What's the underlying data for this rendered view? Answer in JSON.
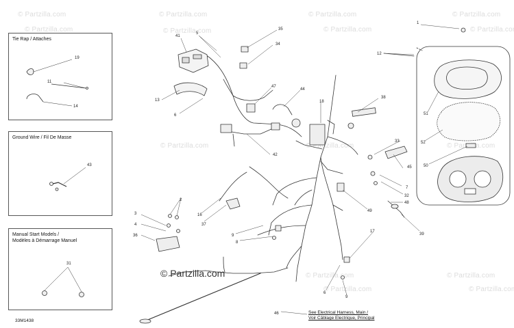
{
  "watermark": "© Partzilla.com",
  "brand_text": "© Partzilla.com",
  "reference_code": "33M1438",
  "insets": {
    "tie_rap": {
      "title": "Tie Rap / Attaches",
      "callouts": [
        "19",
        "11",
        "14"
      ]
    },
    "ground_wire": {
      "title": "Ground Wire / Fil De Masse",
      "callouts": [
        "43"
      ]
    },
    "manual_start": {
      "title_line1": "Manual Start Models /",
      "title_line2": "Modèles à Démarrage Manuel",
      "callouts": [
        "31"
      ]
    }
  },
  "note": {
    "line1": "See Electrical Harness, Main /",
    "line2": "Voir Câblage Electrique, Principal"
  },
  "callouts": {
    "c1": "1",
    "c2": "2",
    "c3": "3",
    "c4": "4",
    "c5": "5",
    "c6": "6",
    "c7": "7",
    "c8": "8",
    "c9": "9",
    "c12": "12",
    "c13": "13",
    "c16": "16",
    "c17": "17",
    "c18": "18",
    "c32": "32",
    "c33": "33",
    "c34": "34",
    "c35": "35",
    "c36": "36",
    "c37": "37",
    "c38": "38",
    "c39": "39",
    "c41": "41",
    "c42": "42",
    "c44": "44",
    "c45": "45",
    "c46": "46",
    "c47": "47",
    "c48": "48",
    "c49": "49",
    "c50": "50",
    "c51": "51",
    "c52": "52"
  },
  "colors": {
    "line": "#333333",
    "watermark": "#d6d6d6"
  }
}
